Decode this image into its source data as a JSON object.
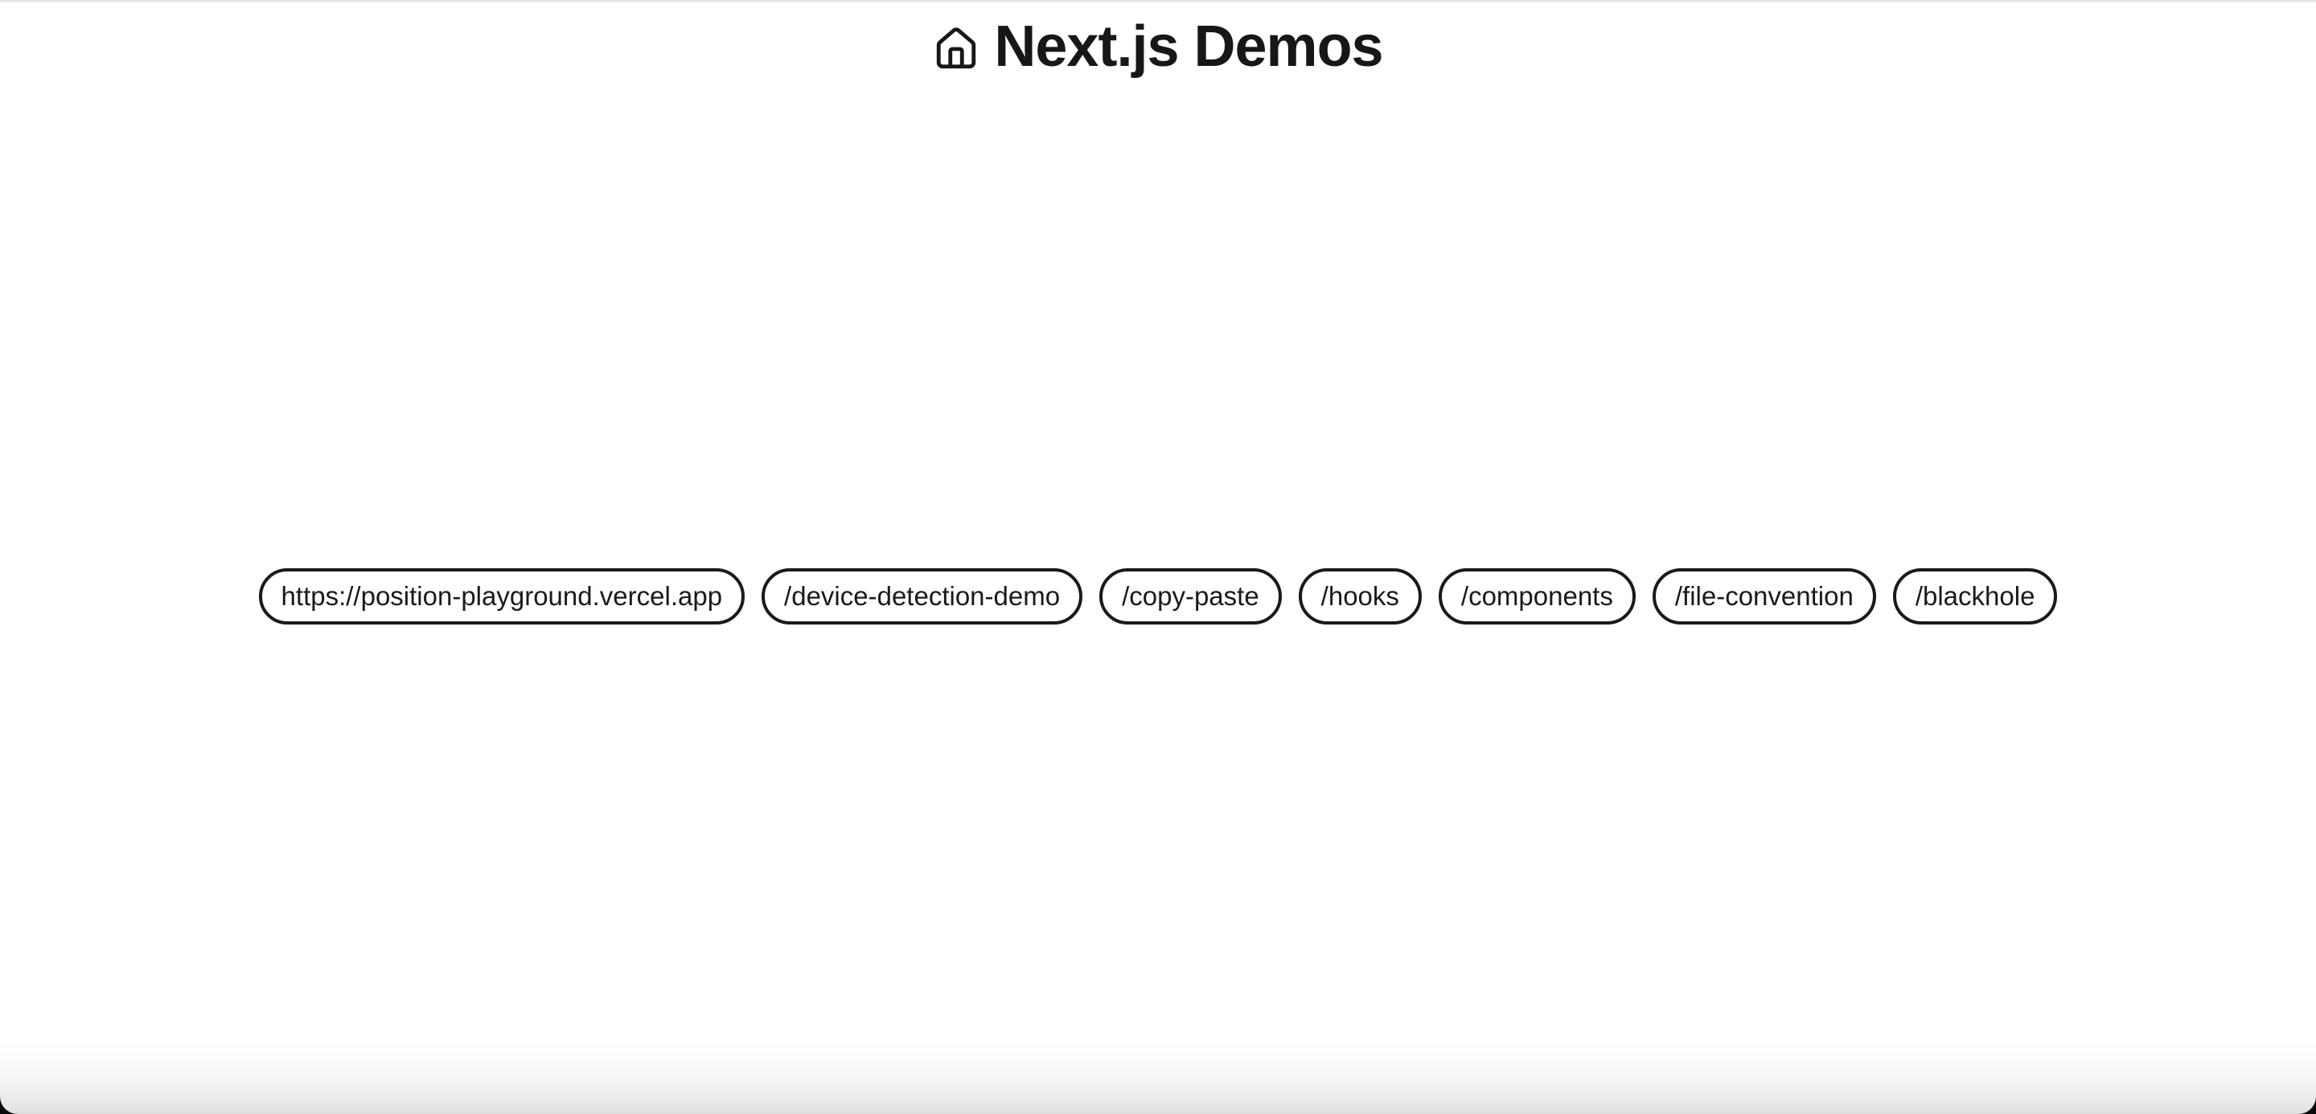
{
  "window": {
    "top_border_color": "#e7e7e7",
    "outside_background": "#0a0a0a",
    "page_background": "#ffffff"
  },
  "header": {
    "title": "Next.js Demos",
    "icon": "house-icon"
  },
  "nav": {
    "links": [
      {
        "label": "https://position-playground.vercel.app"
      },
      {
        "label": "/device-detection-demo"
      },
      {
        "label": "/copy-paste"
      },
      {
        "label": "/hooks"
      },
      {
        "label": "/components"
      },
      {
        "label": "/file-convention"
      },
      {
        "label": "/blackhole"
      }
    ]
  },
  "colors": {
    "text": "#171717",
    "pill_border": "#1a1a1a"
  }
}
